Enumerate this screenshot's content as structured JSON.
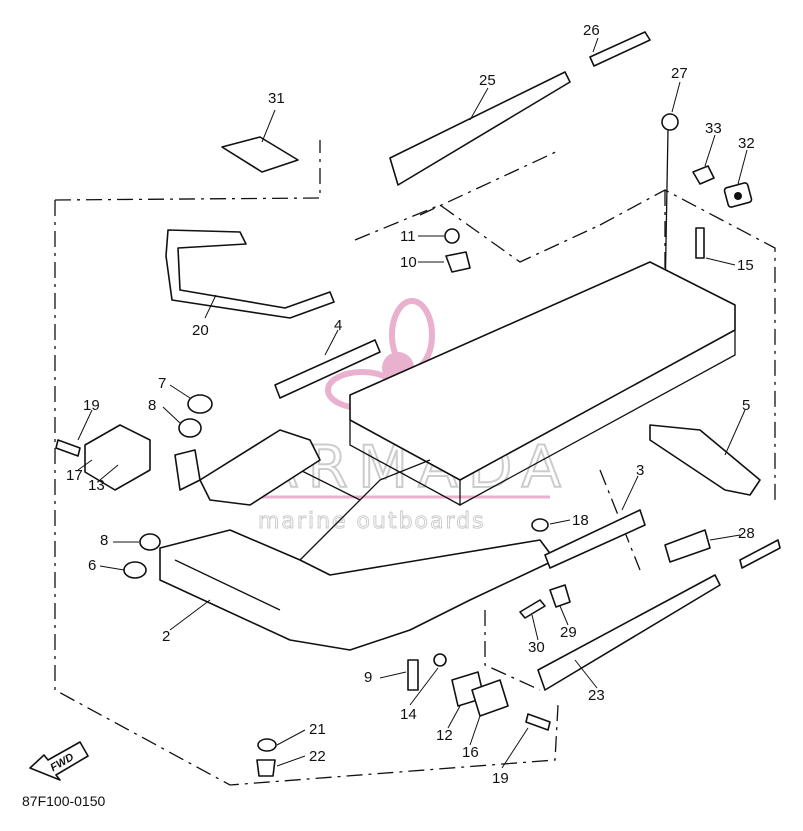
{
  "diagram": {
    "drawing_code": "87F100-0150",
    "direction_badge": "FWD",
    "part_callouts": [
      "31",
      "26",
      "25",
      "27",
      "33",
      "32",
      "11",
      "10",
      "15",
      "20",
      "4",
      "7",
      "8",
      "19",
      "17",
      "13",
      "5",
      "3",
      "18",
      "28",
      "8",
      "6",
      "2",
      "29",
      "30",
      "23",
      "9",
      "14",
      "12",
      "16",
      "21",
      "22",
      "19"
    ]
  },
  "watermark": {
    "brand": "ARMADA",
    "tagline": "marine outboards",
    "accent_color": "#e8a9c9",
    "gray_color": "#c8c8c8"
  }
}
